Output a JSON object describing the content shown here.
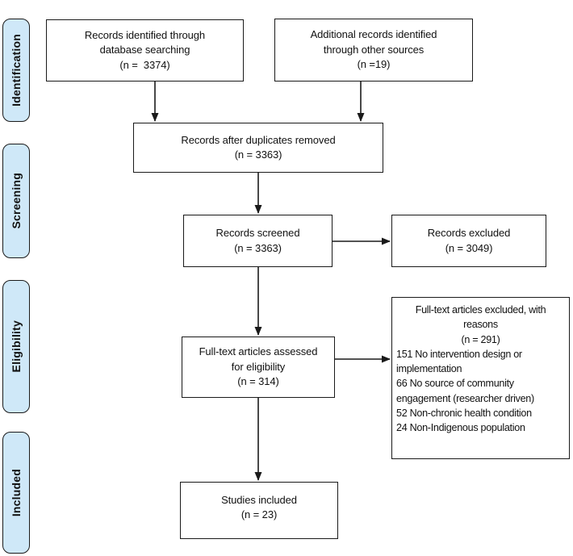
{
  "stages": [
    {
      "id": "identification",
      "label": "Identification"
    },
    {
      "id": "screening",
      "label": "Screening"
    },
    {
      "id": "eligibility",
      "label": "Eligibility"
    },
    {
      "id": "included",
      "label": "Included"
    }
  ],
  "boxes": {
    "records_identified": {
      "lines": [
        "Records identified through",
        "database searching",
        "(n =  3374)"
      ]
    },
    "additional_records": {
      "lines": [
        "Additional records identified",
        "through other sources",
        "(n =19)"
      ]
    },
    "duplicates_removed": {
      "lines": [
        "Records after duplicates removed",
        "(n = 3363)"
      ]
    },
    "records_screened": {
      "lines": [
        "Records screened",
        "(n = 3363)"
      ]
    },
    "records_excluded": {
      "lines": [
        "Records excluded",
        "(n = 3049)"
      ]
    },
    "fulltext_assessed": {
      "lines": [
        "Full-text articles assessed",
        "for eligibility",
        "(n = 314)"
      ]
    },
    "fulltext_excluded": {
      "title_lines": [
        "Full-text articles excluded, with",
        "reasons",
        "(n = 291)"
      ],
      "reasons": [
        "151 No intervention design or implementation",
        "66 No source of community engagement (researcher driven)",
        "52 Non-chronic health condition",
        "24 Non-Indigenous population"
      ]
    },
    "studies_included": {
      "lines": [
        "Studies included",
        "(n = 23)"
      ]
    }
  },
  "colors": {
    "stage_fill": "#cfe8f8",
    "stage_border": "#1a1a1a",
    "box_border": "#1a1a1a",
    "arrow": "#1a1a1a"
  }
}
